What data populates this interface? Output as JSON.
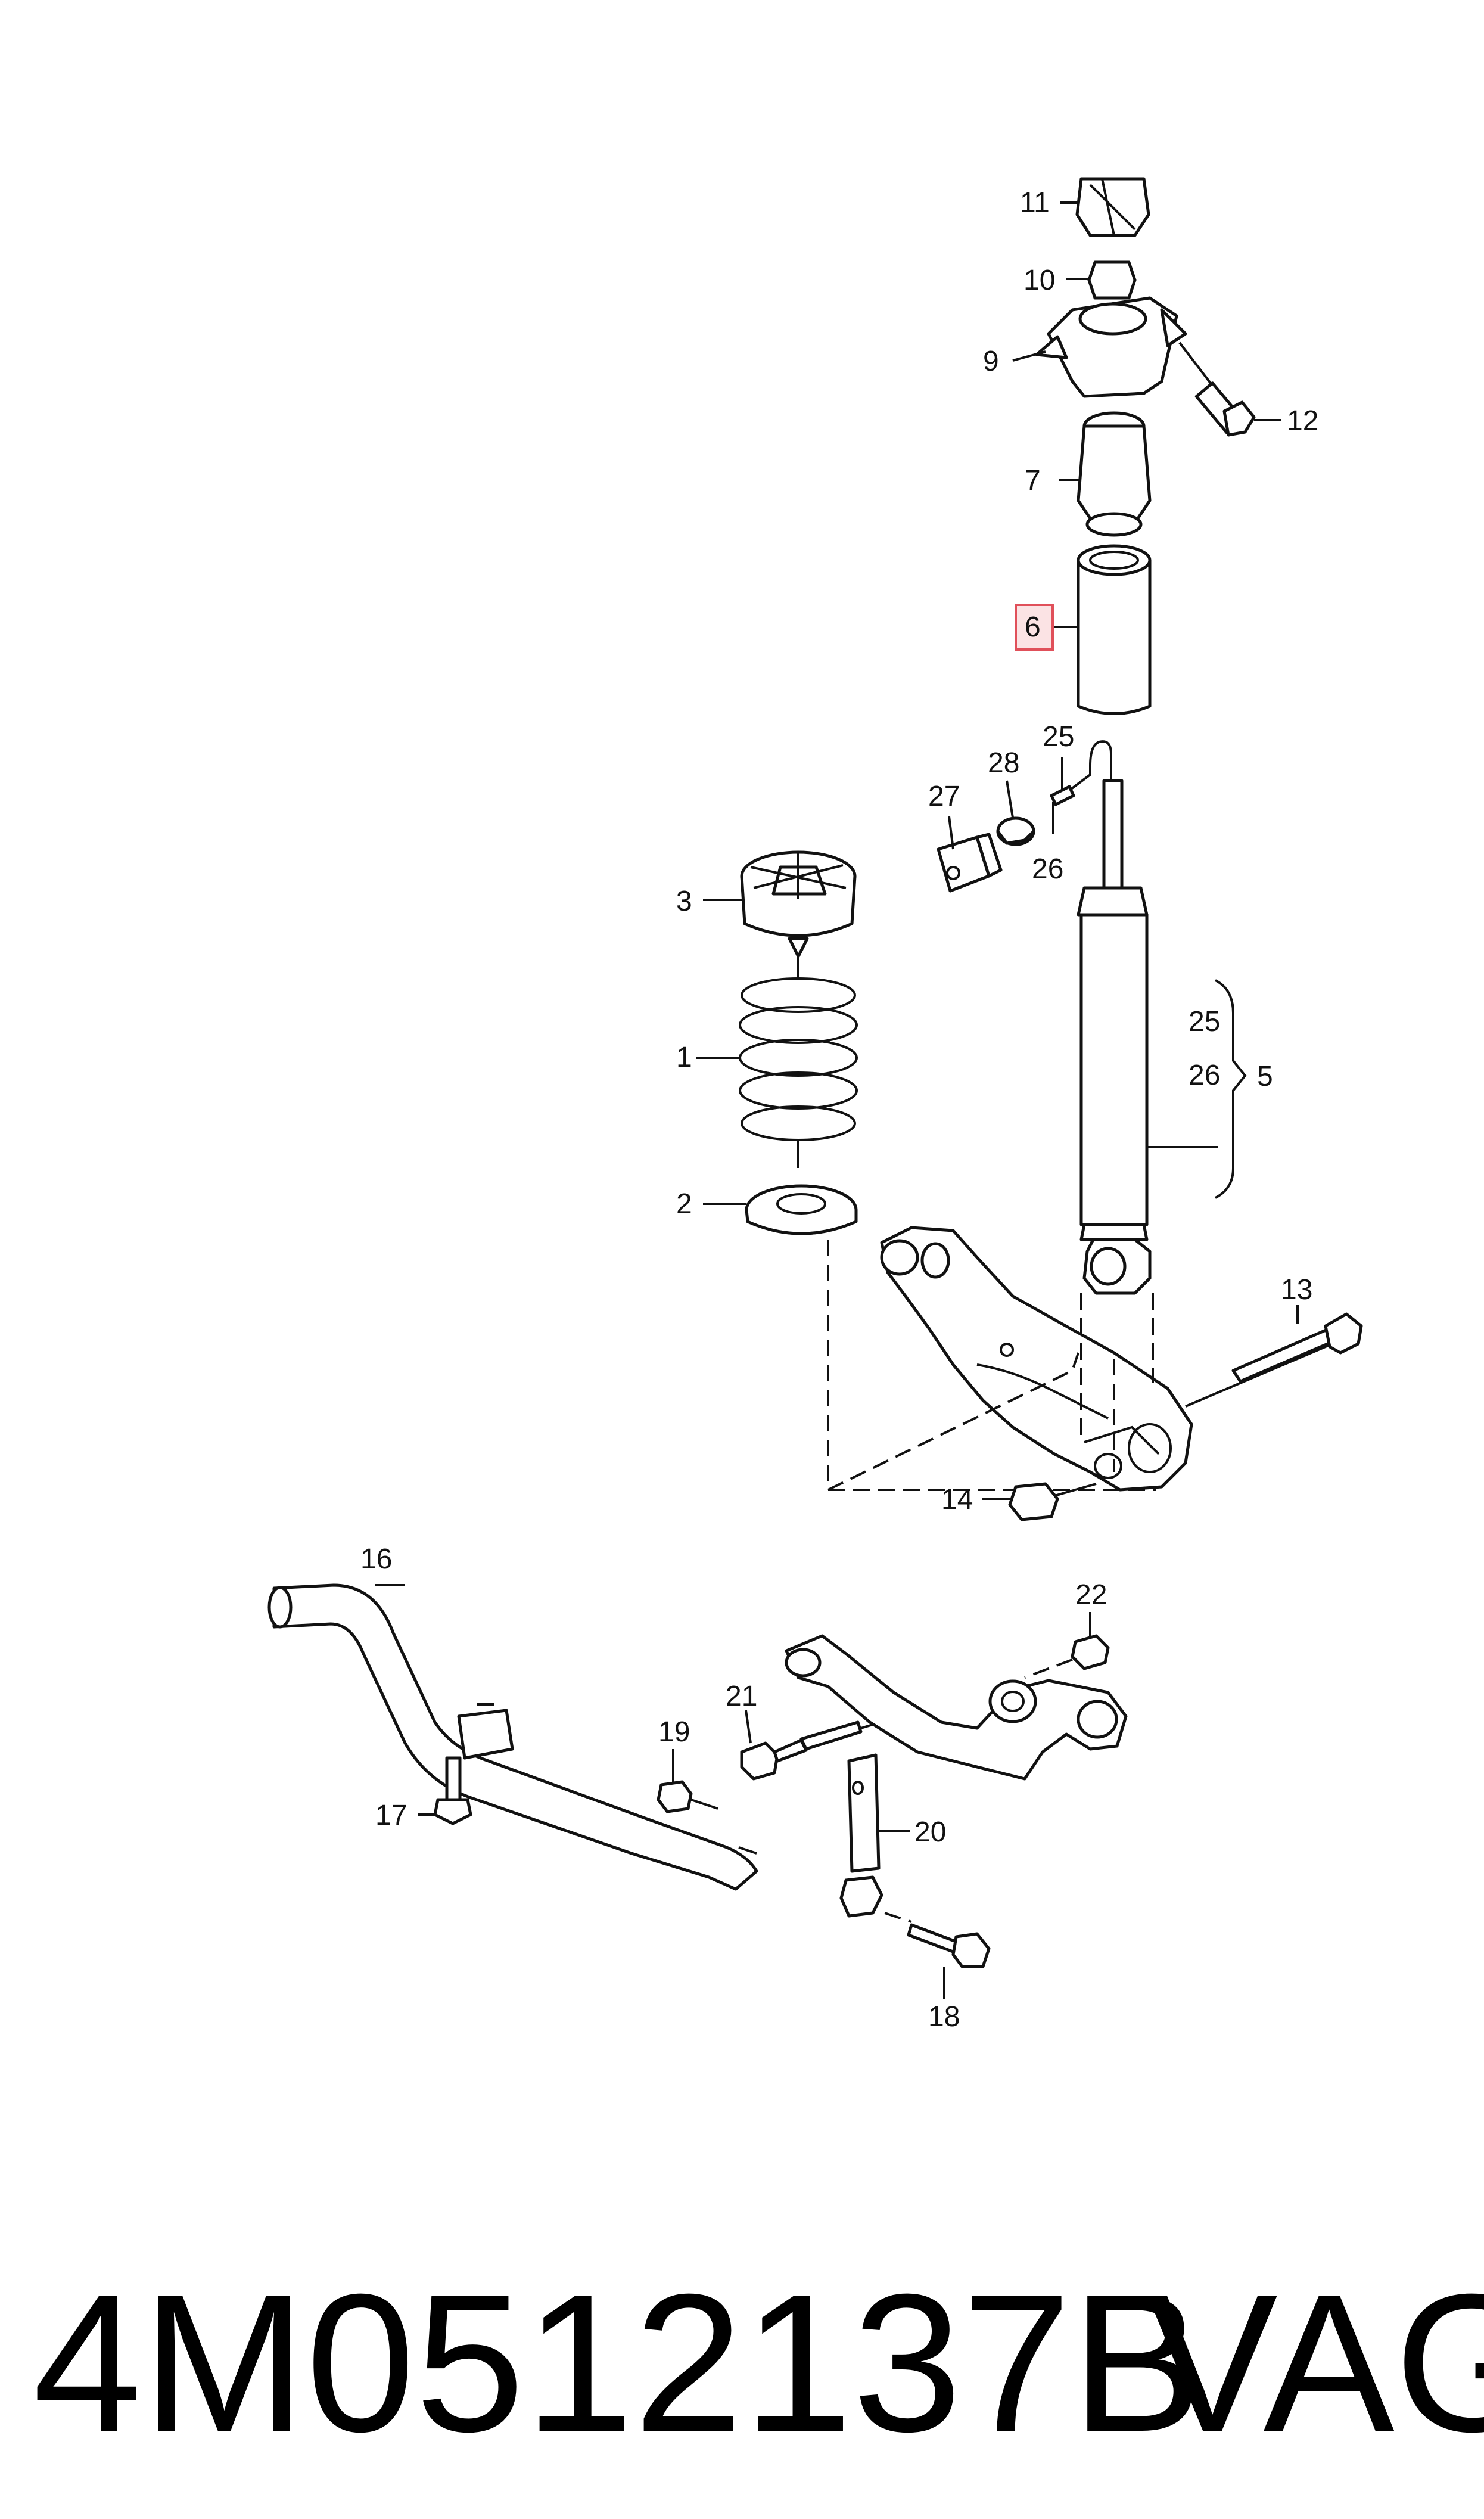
{
  "labels": {
    "p1": "1",
    "p2": "2",
    "p3": "3",
    "p5": "5",
    "p6": "6",
    "p7": "7",
    "p9": "9",
    "p10": "10",
    "p11": "11",
    "p12": "12",
    "p13": "13",
    "p14": "14",
    "p16": "16",
    "p17": "17",
    "p18": "18",
    "p19": "19",
    "p20": "20",
    "p21": "21",
    "p22": "22",
    "p25": "25",
    "p26": "26",
    "p27": "27",
    "p28": "28",
    "group5_a": "25",
    "group5_b": "26"
  },
  "highlight": {
    "part": "6",
    "color": "#e0505a"
  },
  "caption": {
    "part_number": "4M0512137B",
    "brand": "VAG"
  }
}
